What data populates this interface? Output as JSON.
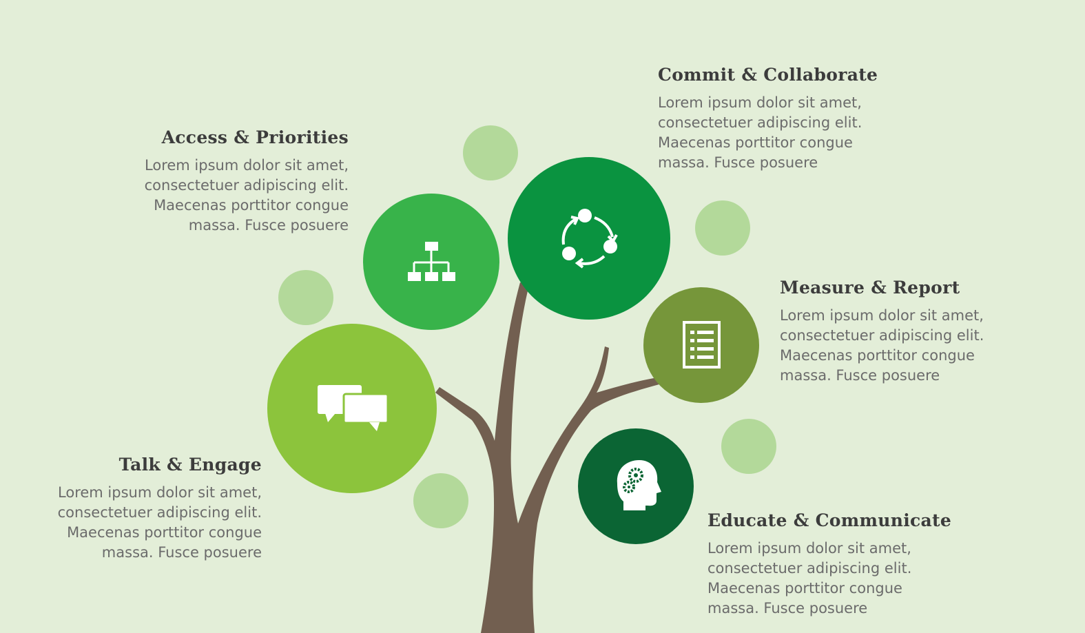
{
  "colors": {
    "background": "#e3eed8",
    "trunk": "#725f50",
    "dot": "#b3d99a",
    "circle_access": "#38b34a",
    "circle_commit": "#0a9340",
    "circle_measure": "#76963a",
    "circle_talk": "#8cc43c",
    "circle_educate": "#0b6534"
  },
  "blocks": {
    "access": {
      "heading": "Access & Priorities",
      "icon": "hierarchy-icon",
      "lines": [
        "Lorem ipsum dolor sit amet,",
        "consectetuer adipiscing elit.",
        "Maecenas porttitor congue",
        "massa. Fusce posuere"
      ]
    },
    "commit": {
      "heading": "Commit & Collaborate",
      "icon": "cycle-icon",
      "lines": [
        "Lorem ipsum dolor sit amet,",
        "consectetuer adipiscing elit.",
        "Maecenas porttitor congue",
        "massa. Fusce posuere"
      ]
    },
    "measure": {
      "heading": "Measure & Report",
      "icon": "report-icon",
      "lines": [
        "Lorem ipsum dolor sit amet,",
        "consectetuer adipiscing elit.",
        "Maecenas porttitor congue",
        "massa. Fusce posuere"
      ]
    },
    "talk": {
      "heading": "Talk & Engage",
      "icon": "chat-icon",
      "lines": [
        "Lorem ipsum dolor sit amet,",
        "consectetuer adipiscing elit.",
        "Maecenas porttitor congue",
        "massa. Fusce posuere"
      ]
    },
    "educate": {
      "heading": "Educate & Communicate",
      "icon": "head-gears-icon",
      "lines": [
        "Lorem ipsum dolor sit amet,",
        "consectetuer adipiscing elit.",
        "Maecenas porttitor congue",
        "massa. Fusce posuere"
      ]
    }
  }
}
